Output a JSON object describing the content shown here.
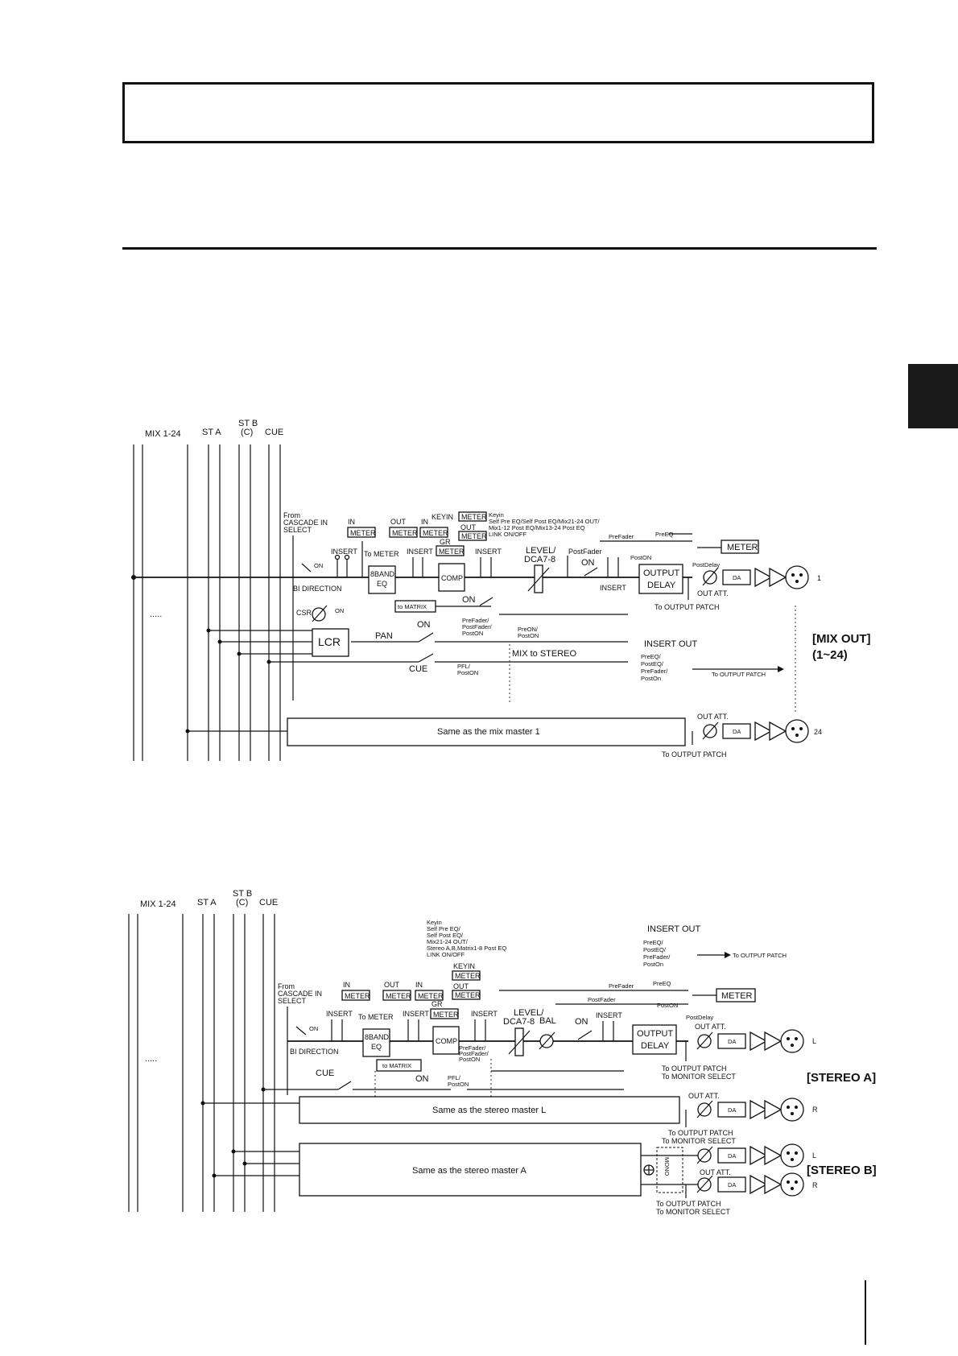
{
  "page": {
    "title_box_text": "",
    "side_tab": "dark-tab"
  },
  "mix": {
    "bus_labels": {
      "mix": "MIX 1-24",
      "sta": "ST A",
      "stb": "ST B",
      "stb_c": "(C)",
      "cue": "CUE"
    },
    "dots": ".....",
    "cascade": [
      "From",
      "CASCADE IN",
      "SELECT"
    ],
    "on_label": "ON",
    "bi_direction": "BI DIRECTION",
    "insert": "INSERT",
    "in": "IN",
    "out": "OUT",
    "meter": "METER",
    "to_meter": "To METER",
    "eq": [
      "8BAND",
      "EQ"
    ],
    "keyin": "KEYIN",
    "gr": "GR",
    "comp": "COMP",
    "keyin_text": [
      "Keyin",
      "Self Pre EQ/Self Post EQ/Mix21-24 OUT/",
      "Mix1-12 Post EQ/Mix13-24 Post EQ",
      "LINK ON/OFF"
    ],
    "level": [
      "LEVEL/",
      "DCA7-8"
    ],
    "postfader": "PostFader",
    "prefader": "PreFader",
    "preeq": "PreEQ",
    "poston": "PostON",
    "postdelay": "PostDelay",
    "meter_big": "METER",
    "output_delay": [
      "OUTPUT",
      "DELAY"
    ],
    "da": "DA",
    "out_att": "OUT ATT.",
    "to_output_patch": "To OUTPUT PATCH",
    "out_number_1": "1",
    "out_number_24": "24",
    "to_matrix": "to MATRIX",
    "csr": "CSR",
    "lcr": "LCR",
    "pan": "PAN",
    "cue": "CUE",
    "matrix_src": [
      "PreFader/",
      "PostFader/",
      "PostON"
    ],
    "pre_on": [
      "PreON/",
      "PostON"
    ],
    "pfl": [
      "PFL/",
      "PostON"
    ],
    "mix_to_stereo": "MIX to STEREO",
    "insert_out": "INSERT OUT",
    "insert_out_src": [
      "PreEQ/",
      "PostEQ/",
      "PreFader/",
      "PostOn"
    ],
    "same_as": "Same as the mix master 1",
    "mix_out_label": [
      "[MIX OUT]",
      "(1~24)"
    ]
  },
  "stereo": {
    "bus_labels": {
      "mix": "MIX 1-24",
      "sta": "ST A",
      "stb": "ST B",
      "stb_c": "(C)",
      "cue": "CUE"
    },
    "dots": ".....",
    "keyin_text": [
      "Keyin",
      "Self Pre EQ/",
      "Self Post EQ/",
      "Mix21-24 OUT/",
      "Stereo A,B,Matrix1-8 Post EQ",
      "LINK ON/OFF"
    ],
    "insert_out": "INSERT OUT",
    "insert_out_src": [
      "PreEQ/",
      "PostEQ/",
      "PreFader/",
      "PostOn"
    ],
    "to_output_patch": "To OUTPUT PATCH",
    "cascade": [
      "From",
      "CASCADE IN",
      "SELECT"
    ],
    "on_label": "ON",
    "bi_direction": "BI DIRECTION",
    "insert": "INSERT",
    "in": "IN",
    "out": "OUT",
    "meter": "METER",
    "to_meter": "To METER",
    "eq": [
      "8BAND",
      "EQ"
    ],
    "keyin": "KEYIN",
    "gr": "GR",
    "comp": "COMP",
    "level": [
      "LEVEL/",
      "DCA7-8"
    ],
    "bal": "BAL",
    "prefader": "PreFader",
    "postfader": "PostFader",
    "preeq": "PreEQ",
    "poston": "PostON",
    "postdelay": "PostDelay",
    "meter_big": "METER",
    "output_delay": [
      "OUTPUT",
      "DELAY"
    ],
    "da": "DA",
    "out_att": "OUT ATT.",
    "patch_monitor": [
      "To OUTPUT PATCH",
      "To MONITOR SELECT"
    ],
    "cue": "CUE",
    "to_matrix": "to MATRIX",
    "matrix_src": [
      "PreFader/",
      "PostFader/",
      "PostON"
    ],
    "pfl": [
      "PFL/",
      "PostON"
    ],
    "same_as_l": "Same as the stereo master L",
    "same_as_a": "Same as the stereo master A",
    "mono": "MONO",
    "ch_l": "L",
    "ch_r": "R",
    "stereo_a_label": "[STEREO A]",
    "stereo_b_label": "[STEREO B]"
  }
}
